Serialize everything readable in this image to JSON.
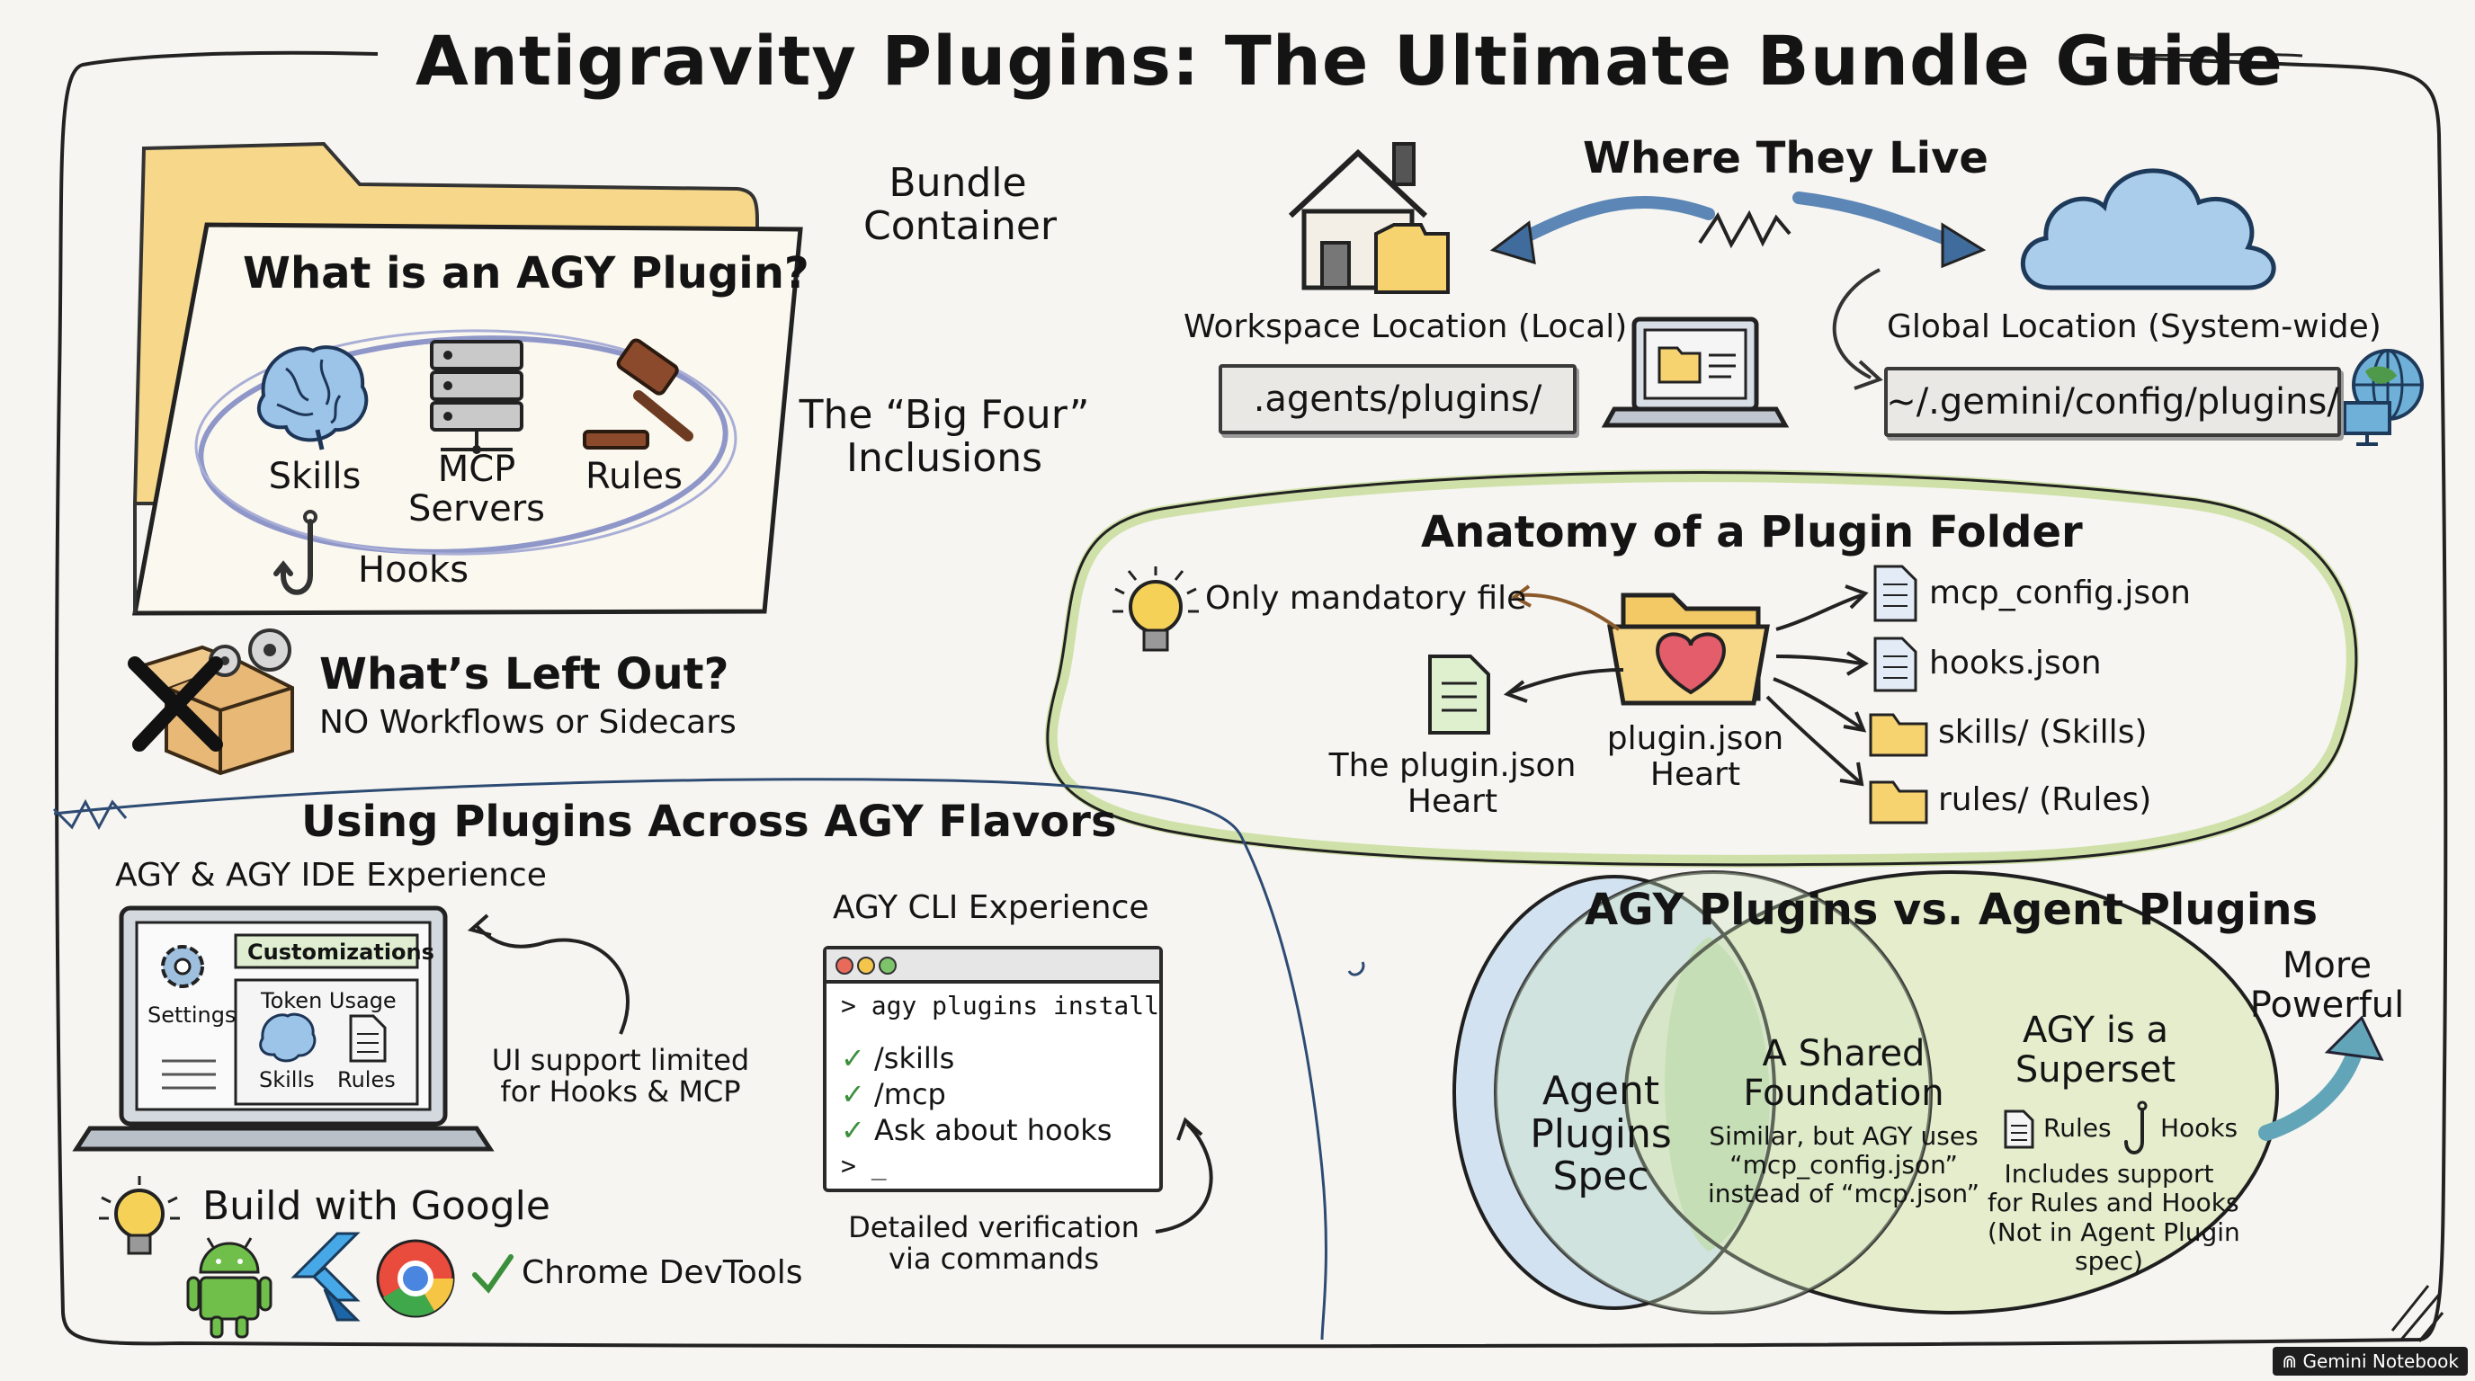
{
  "title": "Antigravity Plugins: The Ultimate Bundle Guide",
  "plugin_def": {
    "heading": "What is an AGY Plugin?",
    "container_label_1": "Bundle",
    "container_label_2": "Container",
    "big_four_1": "The “Big Four”",
    "big_four_2": "Inclusions",
    "items": {
      "skills": "Skills",
      "mcp_1": "MCP",
      "mcp_2": "Servers",
      "rules": "Rules",
      "hooks": "Hooks"
    }
  },
  "left_out": {
    "heading": "What’s Left Out?",
    "subtitle": "NO Workflows or Sidecars"
  },
  "locations": {
    "heading": "Where They Live",
    "workspace_label": "Workspace Location (Local)",
    "workspace_path": ".agents/plugins/",
    "global_label": "Global Location (System-wide)",
    "global_path": "~/.gemini/config/plugins/"
  },
  "anatomy": {
    "heading": "Anatomy of a Plugin Folder",
    "mandatory": "Only mandatory file",
    "plugin_json_1": "The plugin.json",
    "plugin_json_2": "Heart",
    "center_1": "plugin.json",
    "center_2": "Heart",
    "files": [
      "mcp_config.json",
      "hooks.json",
      "skills/ (Skills)",
      "rules/ (Rules)"
    ]
  },
  "flavors": {
    "heading": "Using Plugins Across AGY Flavors",
    "ide_heading": "AGY & AGY IDE Experience",
    "ide_ui": {
      "customizations": "Customizations",
      "settings": "Settings",
      "token_usage": "Token Usage",
      "skills": "Skills",
      "rules": "Rules"
    },
    "ui_note_1": "UI support limited",
    "ui_note_2": "for Hooks & MCP",
    "cli_heading": "AGY CLI Experience",
    "cli": {
      "command": "> agy plugins install",
      "checks": [
        "/skills",
        "/mcp",
        "Ask about hooks"
      ],
      "prompt": "> _"
    },
    "cli_note_1": "Detailed verification",
    "cli_note_2": "via commands",
    "build_heading": "Build with Google",
    "devtools": "Chrome DevTools"
  },
  "compare": {
    "heading": "AGY Plugins vs. Agent Plugins",
    "left_1": "Agent",
    "left_2": "Plugins",
    "left_3": "Spec",
    "mid_1": "A Shared",
    "mid_2": "Foundation",
    "mid_3": "Similar, but AGY uses",
    "mid_4": "“mcp_config.json”",
    "mid_5": "instead of “mcp.json”",
    "right_1": "AGY is a",
    "right_2": "Superset",
    "right_rules": "Rules",
    "right_hooks": "Hooks",
    "right_3": "Includes support",
    "right_4": "for Rules and Hooks",
    "right_5": "(Not in Agent Plugin",
    "right_6": "spec)",
    "more_1": "More",
    "more_2": "Powerful"
  },
  "watermark": "Gemini Notebook",
  "colors": {
    "folder": "#f7d88a",
    "circle": "#8f97c9",
    "anatomy_blob": "#cfe1a8",
    "venn_left": "#cfe0ef",
    "venn_right": "#dfe9bd",
    "venn_mid": "#bcd9ad",
    "cloud": "#a9cdea"
  },
  "icons": [
    "brain-icon",
    "server-icon",
    "gavel-icon",
    "hook-icon",
    "box-icon",
    "x-icon",
    "gear-icon",
    "house-icon",
    "folder-icon",
    "laptop-icon",
    "cloud-icon",
    "globe-icon",
    "lightbulb-icon",
    "heart-folder-icon",
    "document-icon",
    "android-icon",
    "flutter-icon",
    "chrome-icon",
    "check-icon",
    "arrow-icon"
  ]
}
